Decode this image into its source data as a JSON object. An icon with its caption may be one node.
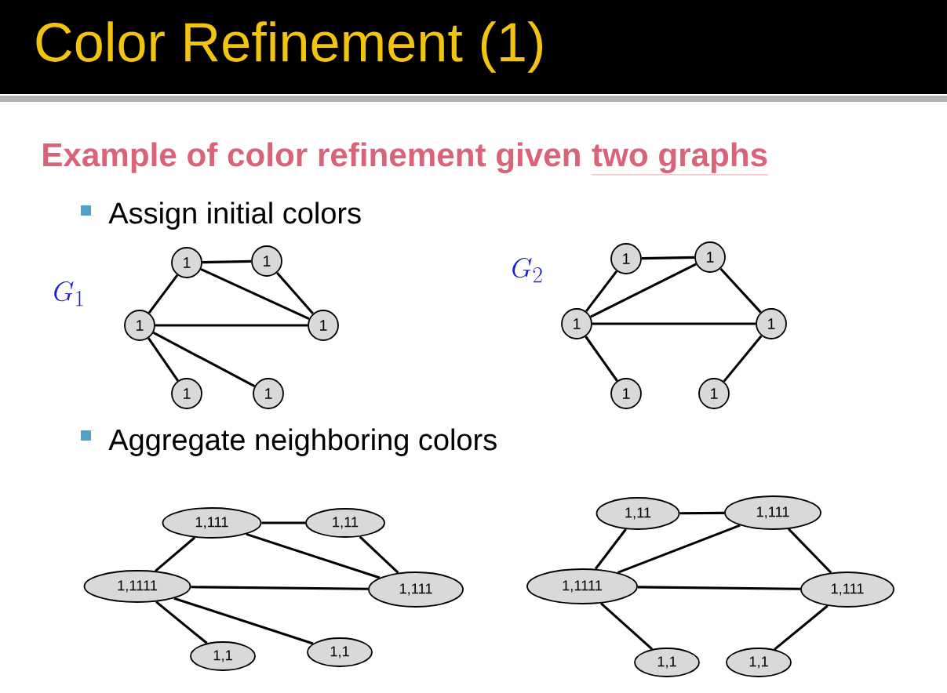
{
  "diagram": {
    "title": "Color Refinement (1)",
    "nodes": [
      {
        "text": [
          "1"
        ]
      },
      {
        "text": [
          "1"
        ]
      },
      {
        "text": [
          "1"
        ]
      },
      {
        "text": [
          "1"
        ]
      },
      {
        "text": [
          "1"
        ]
      },
      {
        "text": [
          "1"
        ]
      },
      {
        "text": [
          "1"
        ]
      },
      {
        "text": [
          "1"
        ]
      },
      {
        "text": [
          "1"
        ]
      },
      {
        "text": [
          "1"
        ]
      },
      {
        "text": [
          "1"
        ]
      },
      {
        "text": [
          "1"
        ]
      },
      {
        "text": [
          "1,111"
        ]
      },
      {
        "text": [
          "1,11"
        ]
      },
      {
        "text": [
          "1,1111"
        ]
      },
      {
        "text": [
          "1,111"
        ]
      },
      {
        "text": [
          "1,1"
        ]
      },
      {
        "text": [
          "1,1"
        ]
      },
      {
        "text": [
          "1,11"
        ]
      },
      {
        "text": [
          "1,111"
        ]
      },
      {
        "text": [
          "1,1111"
        ]
      },
      {
        "text": [
          "1,111"
        ]
      },
      {
        "text": [
          "1,1"
        ]
      },
      {
        "text": [
          "1,1"
        ]
      }
    ],
    "edges": [
      {
        "from": 0,
        "to": 1,
        "arrow": "none"
      },
      {
        "from": 0,
        "to": 2,
        "arrow": "none"
      },
      {
        "from": 0,
        "to": 3,
        "arrow": "none"
      },
      {
        "from": 1,
        "to": 3,
        "arrow": "none"
      },
      {
        "from": 2,
        "to": 3,
        "arrow": "none"
      },
      {
        "from": 2,
        "to": 4,
        "arrow": "none"
      },
      {
        "from": 2,
        "to": 5,
        "arrow": "none"
      },
      {
        "from": 6,
        "to": 7,
        "arrow": "none"
      },
      {
        "from": 6,
        "to": 8,
        "arrow": "none"
      },
      {
        "from": 7,
        "to": 8,
        "arrow": "none"
      },
      {
        "from": 7,
        "to": 9,
        "arrow": "none"
      },
      {
        "from": 8,
        "to": 9,
        "arrow": "none"
      },
      {
        "from": 8,
        "to": 10,
        "arrow": "none"
      },
      {
        "from": 9,
        "to": 11,
        "arrow": "none"
      },
      {
        "from": 12,
        "to": 13,
        "arrow": "none"
      },
      {
        "from": 12,
        "to": 14,
        "arrow": "none"
      },
      {
        "from": 12,
        "to": 15,
        "arrow": "none"
      },
      {
        "from": 13,
        "to": 15,
        "arrow": "none"
      },
      {
        "from": 14,
        "to": 15,
        "arrow": "none"
      },
      {
        "from": 14,
        "to": 16,
        "arrow": "none"
      },
      {
        "from": 14,
        "to": 17,
        "arrow": "none"
      },
      {
        "from": 18,
        "to": 19,
        "arrow": "none"
      },
      {
        "from": 18,
        "to": 20,
        "arrow": "none"
      },
      {
        "from": 19,
        "to": 20,
        "arrow": "none"
      },
      {
        "from": 19,
        "to": 21,
        "arrow": "none"
      },
      {
        "from": 20,
        "to": 21,
        "arrow": "none"
      },
      {
        "from": 20,
        "to": 22,
        "arrow": "none"
      },
      {
        "from": 21,
        "to": 23,
        "arrow": "none"
      }
    ],
    "labels": [
      "Example of color refinement given",
      "two graphs",
      "Assign initial colors",
      "G_2",
      "G_1",
      "Aggregate neighboring colors"
    ]
  }
}
